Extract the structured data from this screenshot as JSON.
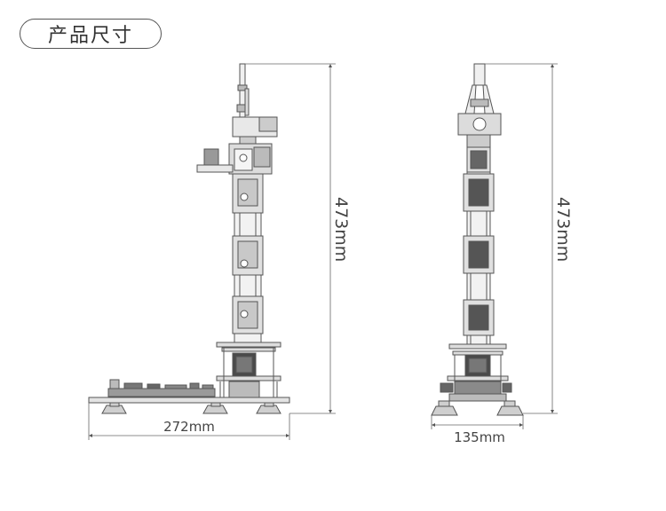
{
  "title": "产品尺寸",
  "side_view": {
    "height_label": "473mm",
    "width_label": "272mm"
  },
  "front_view": {
    "height_label": "473mm",
    "width_label": "135mm"
  },
  "colors": {
    "line": "#555555",
    "fill": "#d6d6d6",
    "dark": "#3a3a3a",
    "board": "#7a7a7a"
  }
}
